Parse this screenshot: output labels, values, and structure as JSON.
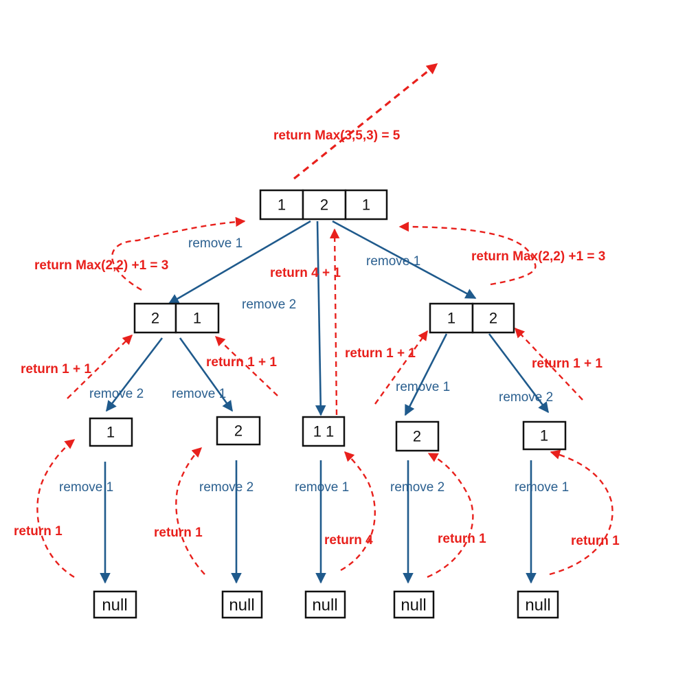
{
  "nodes": {
    "root": [
      "1",
      "2",
      "1"
    ],
    "left": [
      "2",
      "1"
    ],
    "right": [
      "1",
      "2"
    ],
    "leaf_a": "1",
    "leaf_b": "2",
    "leaf_c": "1 1",
    "leaf_d": "2",
    "leaf_e": "1",
    "null_label": "null"
  },
  "remove_labels": {
    "root_left": "remove 1",
    "root_mid": "remove 2",
    "root_right": "remove 1",
    "left_left": "remove 2",
    "left_right": "remove 1",
    "right_left": "remove 1",
    "right_right": "remove 2",
    "leaf_a": "remove 1",
    "leaf_b": "remove 2",
    "leaf_c": "remove 1",
    "leaf_d": "remove 2",
    "leaf_e": "remove 1"
  },
  "return_labels": {
    "top": "return Max(3,5,3) = 5",
    "left_mid": "return Max(2,2) +1 = 3",
    "right_mid": "return Max(2,2) +1 = 3",
    "center": "return 4 + 1",
    "left_ll": "return 1 + 1",
    "left_lr": "return 1 + 1",
    "right_rl": "return 1 + 1",
    "right_rr": "return 1 + 1",
    "leaf_a": "return 1",
    "leaf_b": "return 1",
    "leaf_c": "return 4",
    "leaf_d": "return 1",
    "leaf_e": "return 1"
  }
}
